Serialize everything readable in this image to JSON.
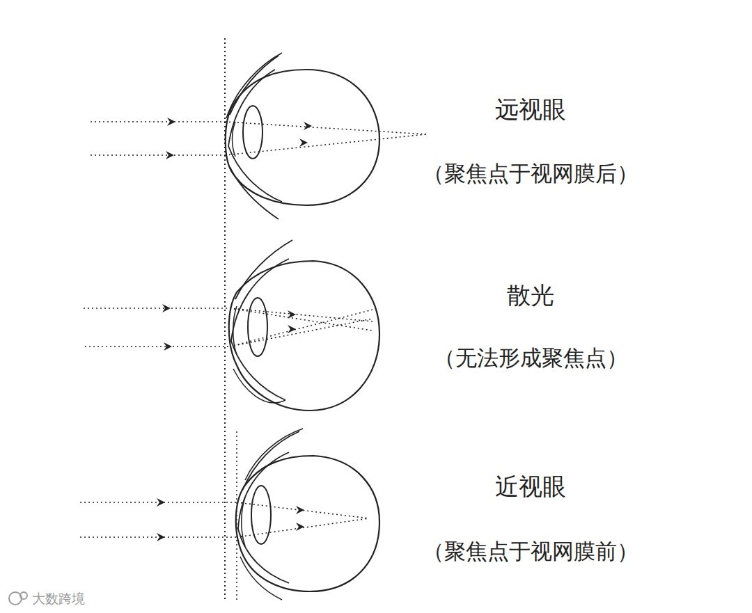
{
  "diagram": {
    "labels": [
      "远视眼",
      "（聚焦点于视网膜后）",
      "散光",
      "（无法形成聚焦点）",
      "近视眼",
      "（聚焦点于视网膜前）",
      "大数跨境"
    ]
  }
}
